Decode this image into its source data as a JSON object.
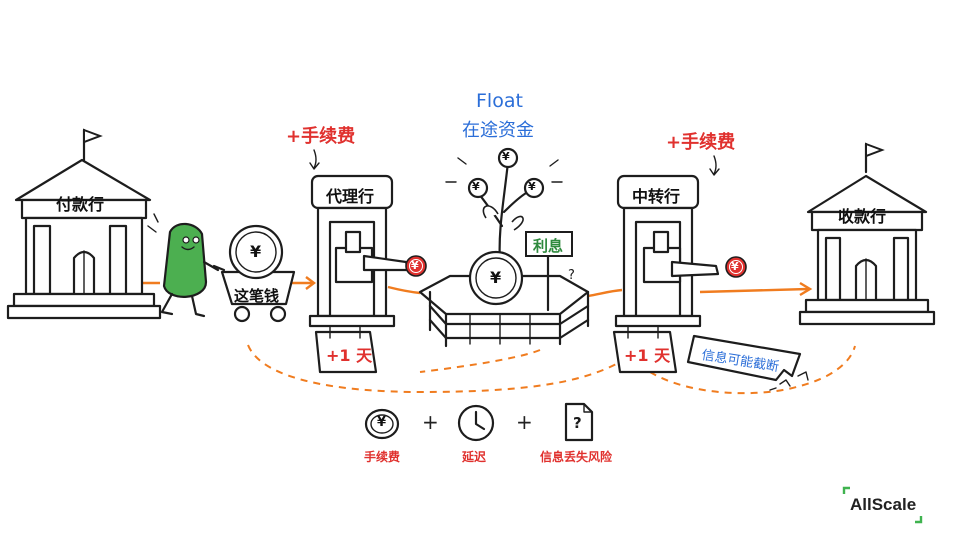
{
  "banks": {
    "payer": "付款行",
    "agent": "代理行",
    "intermediary": "中转行",
    "payee": "收款行"
  },
  "fees": {
    "agent_fee": "+手续费",
    "intermediary_fee": "+手续费"
  },
  "float": {
    "title_en": "Float",
    "title_cn": "在途资金",
    "interest_sign": "利息",
    "question": "?"
  },
  "cart": {
    "label": "这笔钱"
  },
  "delays": {
    "agent_day": "+1 天",
    "intermediary_day": "+1 天"
  },
  "info_loss_tag": "信息可能截断",
  "currency_symbol": "¥",
  "legend": {
    "items": [
      {
        "label": "手续费",
        "icon": "coin-icon"
      },
      {
        "label": "延迟",
        "icon": "clock-icon"
      },
      {
        "label": "信息丢失风险",
        "icon": "document-question-icon"
      }
    ],
    "plus": "+",
    "doc_mark": "?"
  },
  "brand": "AllScale",
  "colors": {
    "fee_red": "#e0312e",
    "float_blue": "#2b6ed8",
    "flow_orange": "#f07c1f",
    "character_green": "#4caf50",
    "interest_green": "#2f8a3e",
    "brand_green": "#3fb34f"
  }
}
